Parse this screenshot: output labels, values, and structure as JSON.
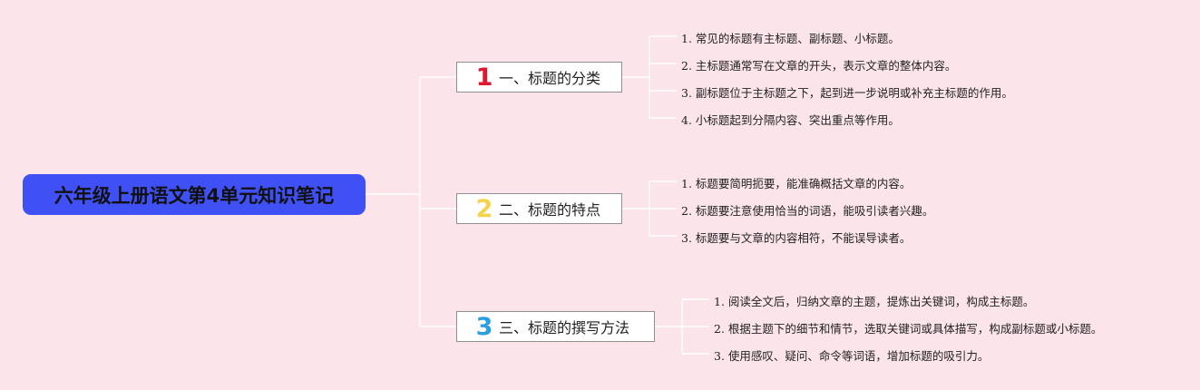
{
  "root": {
    "title": "六年级上册语文第4单元知识笔记",
    "color": "#3f51f5"
  },
  "branches": [
    {
      "number": "1",
      "number_color": "#e0182d",
      "label": "一、标题的分类",
      "items": [
        "1. 常见的标题有主标题、副标题、小标题。",
        "2. 主标题通常写在文章的开头，表示文章的整体内容。",
        "3. 副标题位于主标题之下，起到进一步说明或补充主标题的作用。",
        "4. 小标题起到分隔内容、突出重点等作用。"
      ]
    },
    {
      "number": "2",
      "number_color": "#f6d44a",
      "label": "二、标题的特点",
      "items": [
        "1. 标题要简明扼要，能准确概括文章的内容。",
        "2. 标题要注意使用恰当的词语，能吸引读者兴趣。",
        "3. 标题要与文章的内容相符，不能误导读者。"
      ]
    },
    {
      "number": "3",
      "number_color": "#2b9fe0",
      "label": "三、标题的撰写方法",
      "items": [
        "1. 阅读全文后，归纳文章的主题，提炼出关键词，构成主标题。",
        "2. 根据主题下的细节和情节，选取关键词或具体描写，构成副标题或小标题。",
        "3. 使用感叹、疑问、命令等词语，增加标题的吸引力。"
      ]
    }
  ]
}
